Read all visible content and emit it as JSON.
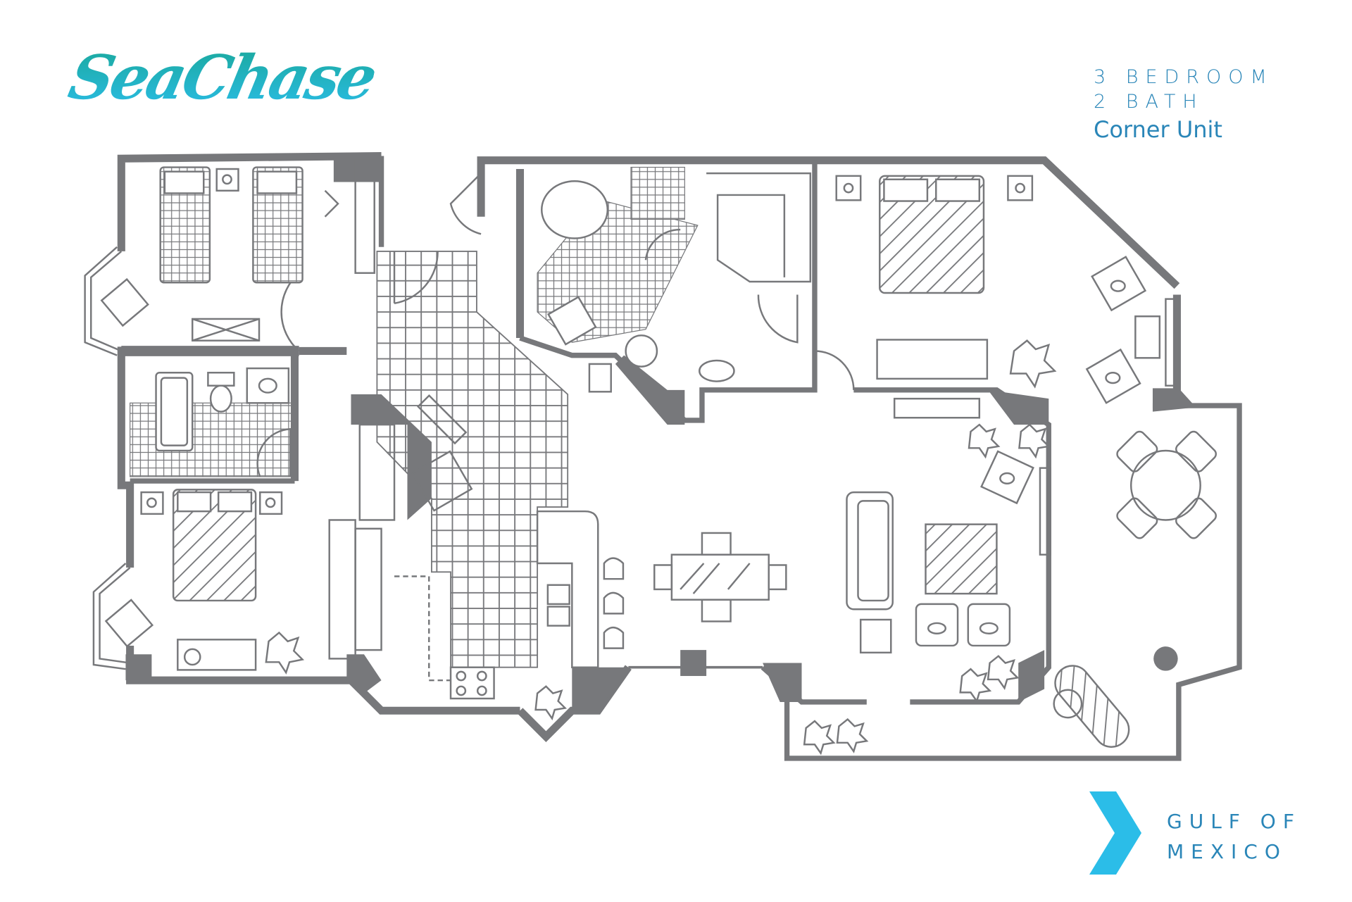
{
  "logo": {
    "text": "SeaChase"
  },
  "unit_info": {
    "bedrooms": "3 BEDROOM",
    "baths": "2 BATH",
    "type": "Corner Unit"
  },
  "orientation": {
    "label_line1": "GULF OF",
    "label_line2": "MEXICO",
    "icon": "chevron-right-icon"
  },
  "colors": {
    "wall": "#77787b",
    "accent": "#2bbde8",
    "text": "#2a86b8",
    "logo_top": "#1aa89a"
  }
}
